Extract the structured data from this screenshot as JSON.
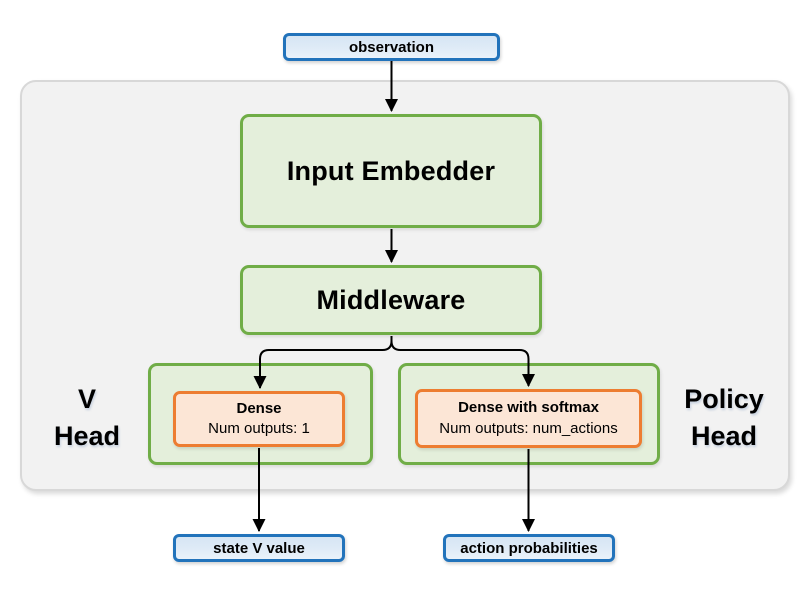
{
  "diagram": {
    "inputs": {
      "observation": {
        "label": "observation"
      }
    },
    "network": {
      "input_embedder": {
        "label": "Input Embedder"
      },
      "middleware": {
        "label": "Middleware"
      },
      "v_head": {
        "label_line1": "V",
        "label_line2": "Head",
        "layer": {
          "title": "Dense",
          "subtitle": "Num outputs: 1"
        }
      },
      "policy_head": {
        "label_line1": "Policy",
        "label_line2": "Head",
        "layer": {
          "title": "Dense with softmax",
          "subtitle": "Num outputs: num_actions"
        }
      }
    },
    "outputs": {
      "state_v_value": {
        "label": "state V value"
      },
      "action_probabilities": {
        "label": "action probabilities"
      }
    }
  },
  "colors": {
    "blue-border": "#2273bb",
    "blue-fill": "#dce9f6",
    "green-border": "#70ad47",
    "green-fill": "#e4efdb",
    "orange-border": "#ed7d31",
    "orange-fill": "#fce6d6",
    "gray-fill": "#f2f2f2",
    "gray-border": "#d8d8d8",
    "arrow": "#000000"
  }
}
